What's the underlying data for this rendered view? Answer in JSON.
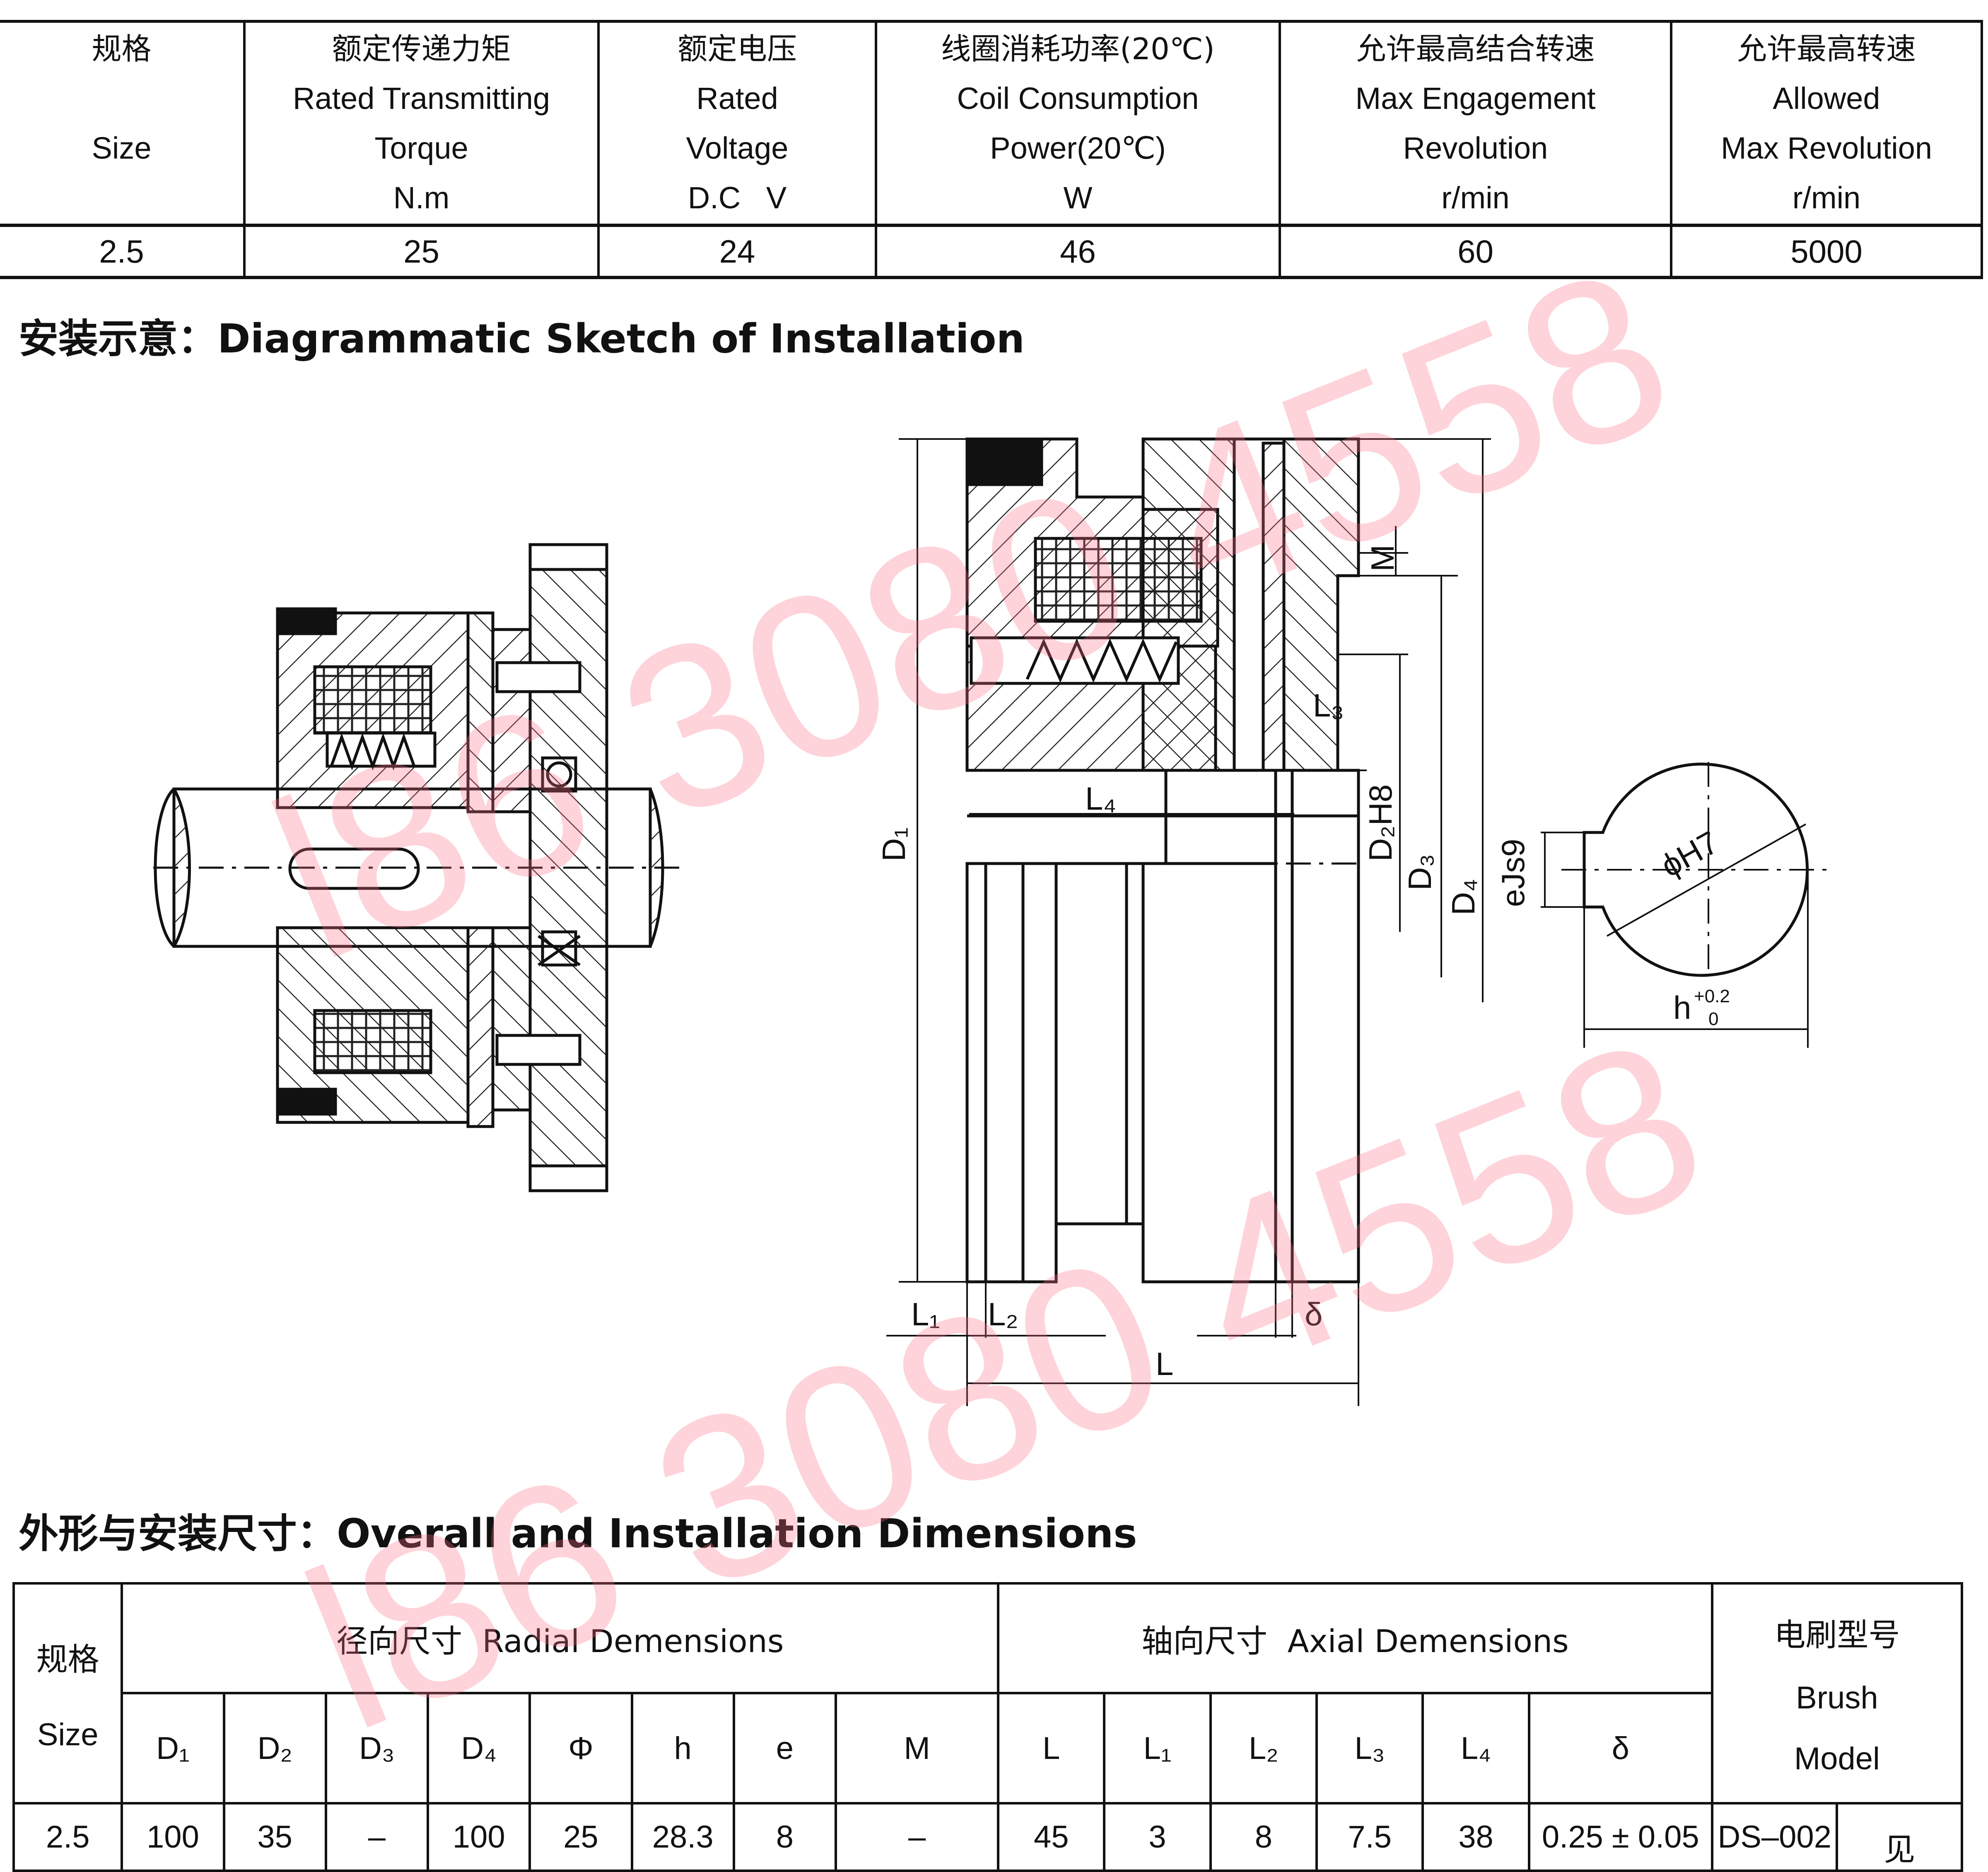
{
  "spec_table": {
    "headers": [
      {
        "zh": "规格",
        "en": [
          "Size"
        ]
      },
      {
        "zh": "额定传递力矩",
        "en": [
          "Rated Transmitting",
          "Torque",
          "N.m"
        ]
      },
      {
        "zh": "额定电压",
        "en": [
          "Rated",
          "Voltage",
          "D.C   V"
        ]
      },
      {
        "zh": "线圈消耗功率(20℃)",
        "en": [
          "Coil Consumption",
          "Power(20℃)",
          "W"
        ]
      },
      {
        "zh": "允许最高结合转速",
        "en": [
          "Max Engagement",
          "Revolution",
          "r/min"
        ]
      },
      {
        "zh": "允许最高转速",
        "en": [
          "Allowed",
          "Max Revolution",
          "r/min"
        ]
      }
    ],
    "values": [
      "2.5",
      "25",
      "24",
      "46",
      "60",
      "5000"
    ]
  },
  "section_install": "安装示意：Diagrammatic Sketch of Installation",
  "section_dims": "外形与安装尺寸：Overall and Installation Dimensions",
  "drawing_labels": {
    "D1": "D₁",
    "D2H8": "D₂H8",
    "D3": "D₃",
    "D4": "D₄",
    "eJs9": "eJs9",
    "M": "M",
    "L1": "L₁",
    "L2": "L₂",
    "L3": "L₃",
    "L4": "L₄",
    "L": "L",
    "delta": "δ",
    "phiH7": "ϕH7",
    "h": "h",
    "h_tol_up": "+0.2",
    "h_tol_down": "0"
  },
  "dims_table": {
    "size_zh": "规格",
    "size_en": "Size",
    "radial": "径向尺寸  Radial Demensions",
    "axial": "轴向尺寸  Axial Demensions",
    "brush_zh": "电刷型号",
    "brush_en1": "Brush",
    "brush_en2": "Model",
    "cols": [
      "D₁",
      "D₂",
      "D₃",
      "D₄",
      "Φ",
      "h",
      "e",
      "M",
      "L",
      "L₁",
      "L₂",
      "L₃",
      "L₄",
      "δ"
    ],
    "row": {
      "size": "2.5",
      "values": [
        "100",
        "35",
        "–",
        "100",
        "25",
        "28.3",
        "8",
        "–",
        "45",
        "3",
        "8",
        "7.5",
        "38",
        "0.25 ± 0.05"
      ],
      "brush": "DS–002"
    },
    "trailing_note": "见"
  },
  "watermark": "l86 3080 4558"
}
